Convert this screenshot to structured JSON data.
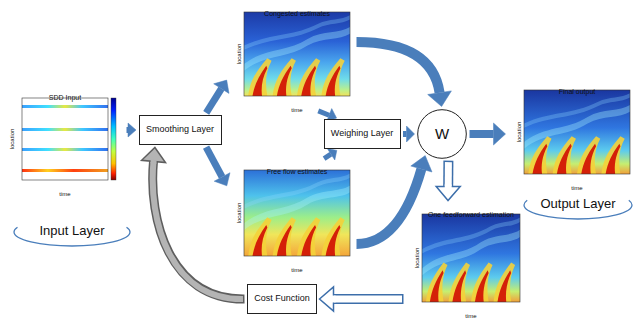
{
  "diagram": {
    "nodes": [
      {
        "text": [
          "SDD Input",
          "location",
          "time"
        ]
      },
      {
        "text": [
          "Smoothing Layer"
        ]
      },
      {
        "text": [
          "Congested estimates",
          "location",
          "time"
        ]
      },
      {
        "text": [
          "Free flow estimates",
          "location",
          "time"
        ]
      },
      {
        "text": [
          "Weighing Layer"
        ]
      },
      {
        "text": [
          "W"
        ]
      },
      {
        "text": [
          "Final output",
          "location",
          "time"
        ]
      },
      {
        "text": [
          "One feedforward estimation",
          "location",
          "time"
        ]
      },
      {
        "text": [
          "Cost Function"
        ]
      }
    ],
    "edges": [
      {
        "from": 0,
        "to": 1,
        "arrow": "to"
      },
      {
        "from": 1,
        "to": 2,
        "arrow": "to"
      },
      {
        "from": 1,
        "to": 3,
        "arrow": "to"
      },
      {
        "from": 2,
        "to": 5,
        "arrow": "to"
      },
      {
        "from": 2,
        "to": 4,
        "arrow": "to"
      },
      {
        "from": 3,
        "to": 4,
        "arrow": "to"
      },
      {
        "from": 4,
        "to": 5,
        "arrow": "to"
      },
      {
        "from": 3,
        "to": 5,
        "arrow": "to"
      },
      {
        "from": 5,
        "to": 6,
        "arrow": "to"
      },
      {
        "from": 5,
        "to": 7,
        "arrow": "to"
      },
      {
        "from": 7,
        "to": 8,
        "arrow": "to"
      },
      {
        "from": 8,
        "to": 1,
        "arrow": "to"
      }
    ],
    "labels": [
      "Input Layer",
      "Output Layer"
    ]
  }
}
